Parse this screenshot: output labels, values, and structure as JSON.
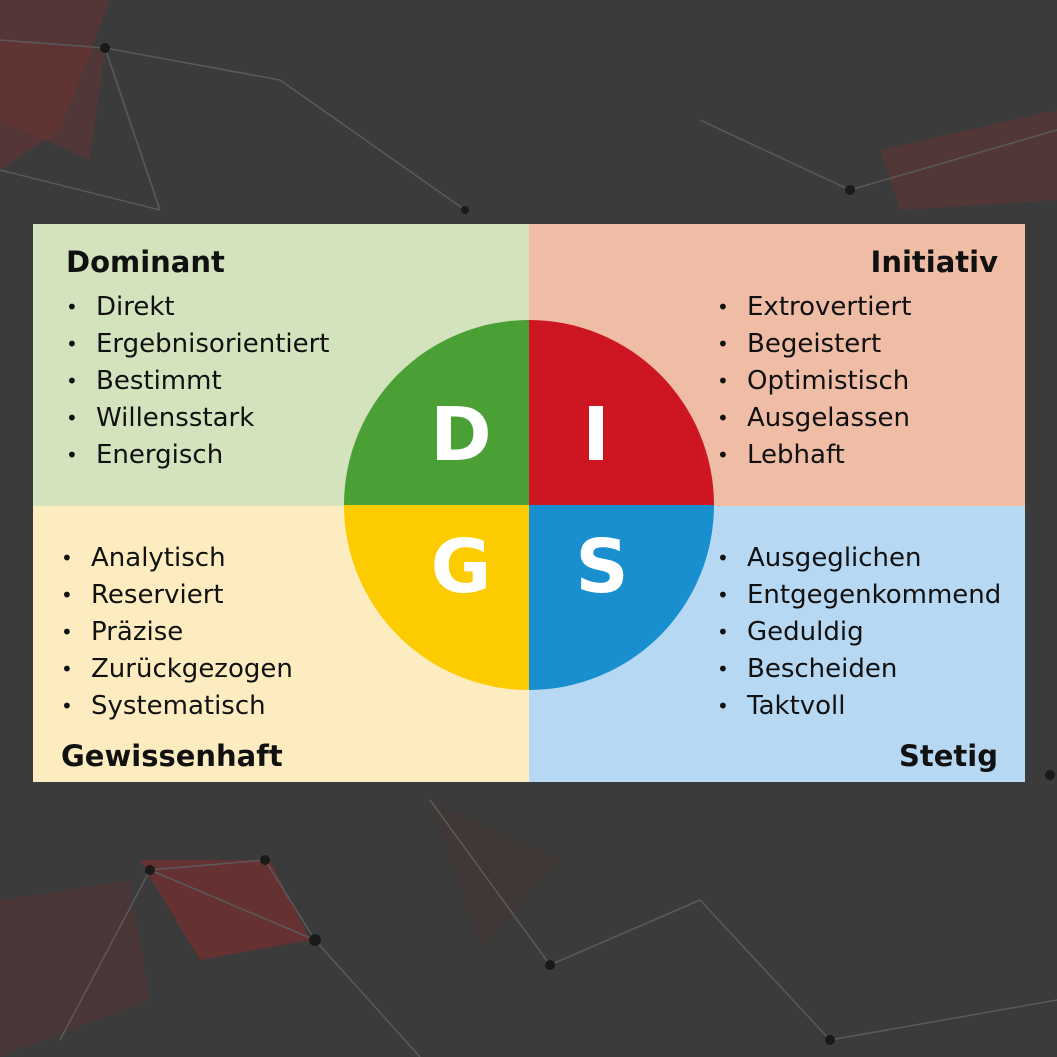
{
  "colors": {
    "dominant_bg": "#d2e3bd",
    "initiativ_bg": "#efbca6",
    "gewissenhaft_bg": "#fdecc0",
    "stetig_bg": "#b6d8f2",
    "d_segment": "#4aa035",
    "i_segment": "#cd1621",
    "g_segment": "#fdcc00",
    "s_segment": "#1a8fcf",
    "letter": "#ffffff"
  },
  "quadrants": {
    "dominant": {
      "title": "Dominant",
      "items": [
        "Direkt",
        "Ergebnisorientiert",
        "Bestimmt",
        "Willensstark",
        "Energisch"
      ]
    },
    "initiativ": {
      "title": "Initiativ",
      "items": [
        "Extrovertiert",
        "Begeistert",
        "Optimistisch",
        "Ausgelassen",
        "Lebhaft"
      ]
    },
    "gewissenhaft": {
      "title": "Gewissenhaft",
      "items": [
        "Analytisch",
        "Reserviert",
        "Präzise",
        "Zurückgezogen",
        "Systematisch"
      ]
    },
    "stetig": {
      "title": "Stetig",
      "items": [
        "Ausgeglichen",
        "Entgegenkommend",
        "Geduldig",
        "Bescheiden",
        "Taktvoll"
      ]
    }
  },
  "circle": {
    "letters": {
      "d": "D",
      "i": "I",
      "g": "G",
      "s": "S"
    }
  }
}
